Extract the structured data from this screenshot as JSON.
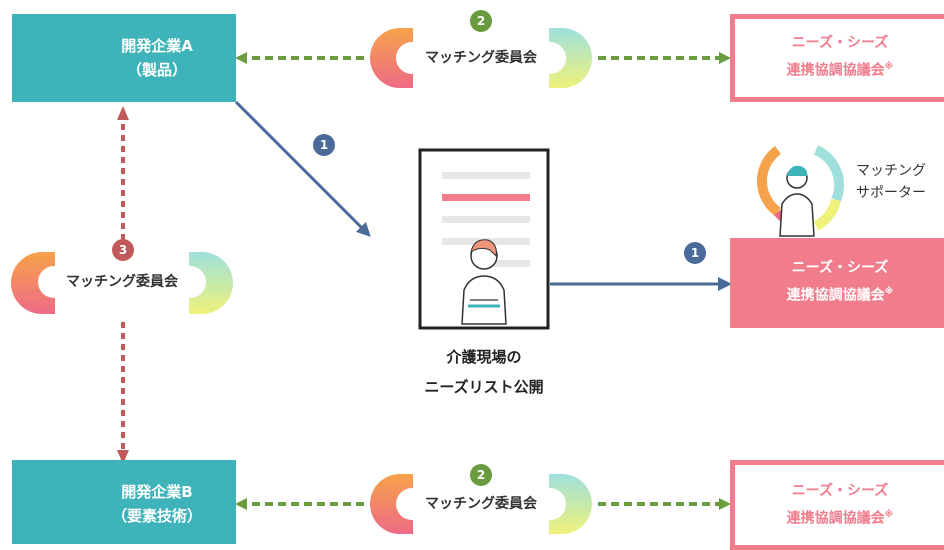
{
  "company_a": {
    "line1": "開発企業A",
    "line2": "（製品）"
  },
  "company_b": {
    "line1": "開発企業B",
    "line2": "（要素技術）"
  },
  "council_label_1": "ニーズ・シーズ",
  "council_label_2": "連携協調協議会",
  "council_mark": "※",
  "committee_label": "マッチング委員会",
  "steps": {
    "one": "1",
    "two": "2",
    "three": "3"
  },
  "center_caption": {
    "line1": "介護現場の",
    "line2": "ニーズリスト公開"
  },
  "supporter": {
    "line1": "マッチング",
    "line2": "サポーター"
  },
  "colors": {
    "teal": "#3fb3ba",
    "pink": "#f07c8c",
    "green_arrow": "#6a9b3e",
    "blue_arrow": "#4a6b99",
    "red_arrow": "#c05a5a"
  }
}
